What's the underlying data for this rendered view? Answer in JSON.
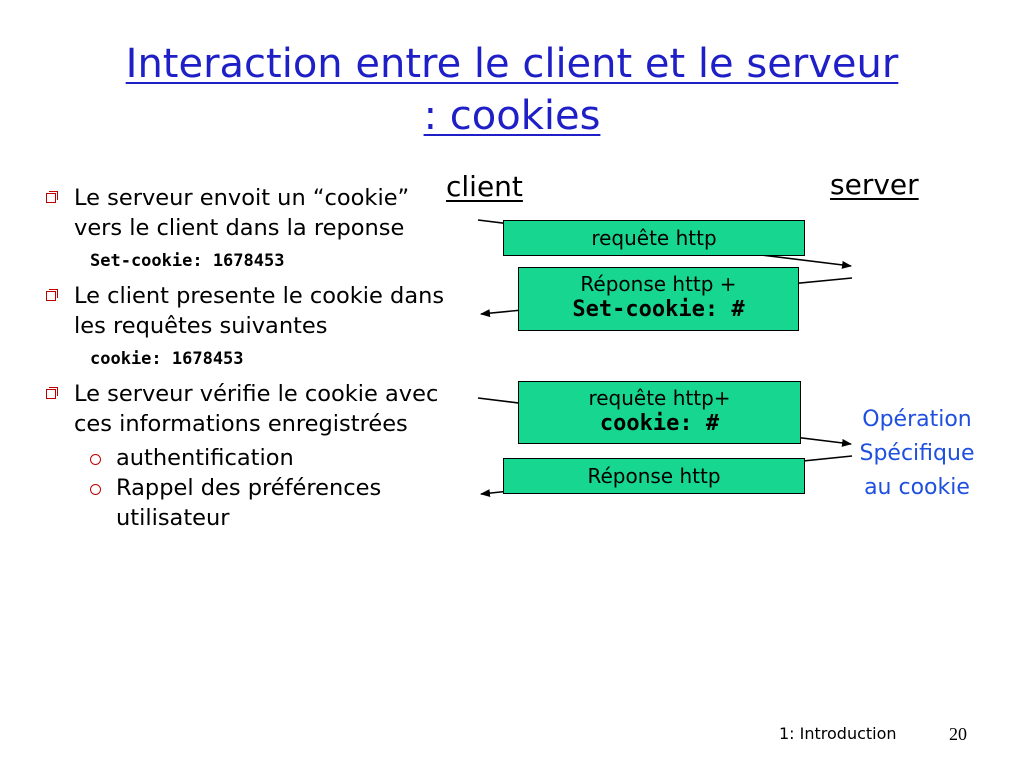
{
  "slide": {
    "title_line1": "Interaction entre le client et le serveur",
    "title_line2": ": cookies",
    "bullets": [
      {
        "text": "Le serveur envoit un “cookie” vers le client dans la reponse",
        "code": "Set-cookie: 1678453"
      },
      {
        "text": "Le client presente le cookie dans les requêtes suivantes",
        "code": "cookie: 1678453"
      },
      {
        "text": "Le serveur vérifie le cookie avec ces informations enregistrées"
      }
    ],
    "sub_bullets": [
      "authentification",
      "Rappel des préférences utilisateur"
    ]
  },
  "diagram": {
    "client_label": "client",
    "server_label": "server",
    "msg1": "requête http",
    "msg2_line1": "Réponse http +",
    "msg2_line2": "Set-cookie: #",
    "msg3_line1": "requête http+",
    "msg3_line2": "cookie: #",
    "msg4": "Réponse http",
    "operation_line1": "Opération",
    "operation_line2": "Spécifique",
    "operation_line3": "au cookie"
  },
  "footer": {
    "chapter": "1: Introduction",
    "page": "20"
  },
  "colors": {
    "title": "#1f1fc8",
    "box_fill": "#17d68f",
    "bullet_marker": "#c00000",
    "operation_text": "#1f4fdf"
  }
}
